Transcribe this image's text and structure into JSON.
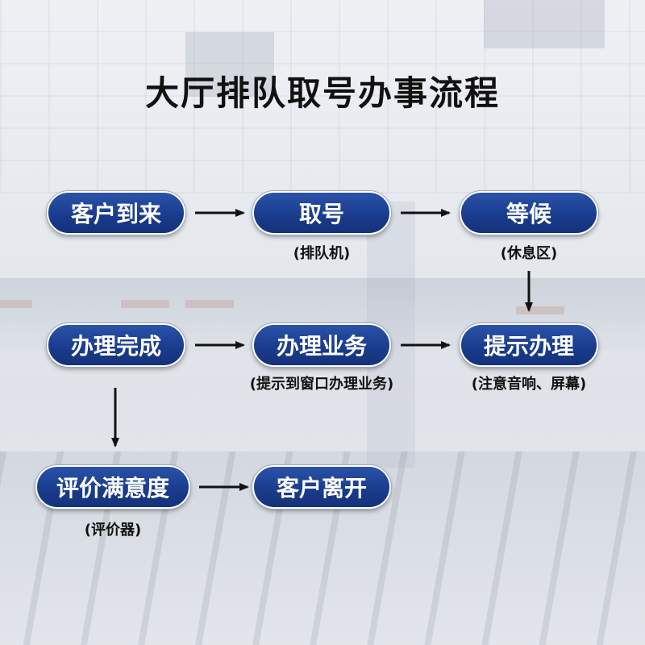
{
  "title": "大厅排队取号办事流程",
  "steps": {
    "arrive": "客户到来",
    "take_number": "取号",
    "wait": "等候",
    "prompt": "提示办理",
    "handle": "办理业务",
    "complete": "办理完成",
    "evaluate": "评价满意度",
    "leave": "客户离开"
  },
  "notes": {
    "take_number": "(排队机)",
    "wait": "(休息区)",
    "handle": "(提示到窗口办理业务)",
    "prompt": "(注意音响、屏幕)",
    "evaluate": "(评价器)"
  },
  "colors": {
    "pill_fill": "#1a3c8e",
    "pill_border": "#ffffff",
    "arrow": "#111111"
  }
}
